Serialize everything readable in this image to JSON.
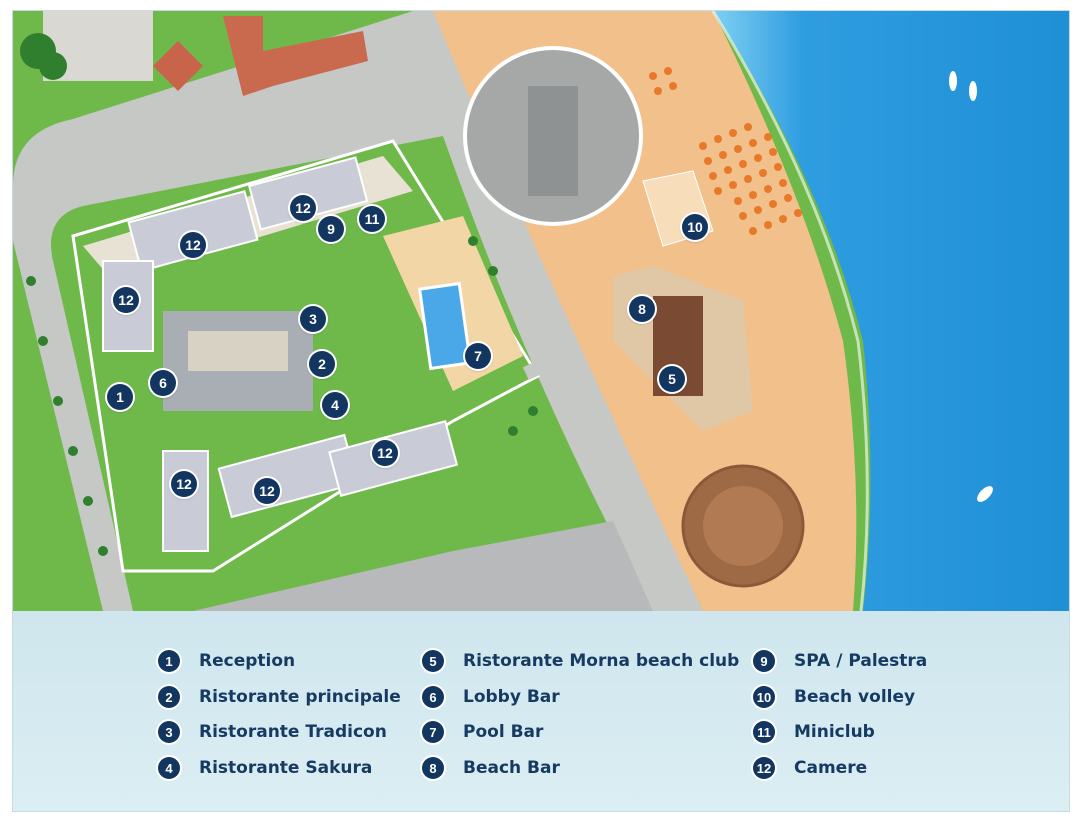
{
  "colors": {
    "marker": "#12365f",
    "legend_text": "#173a63",
    "sea": "#2f9de0",
    "sand": "#f2c08a",
    "grass": "#6fb94b",
    "pool": "#4aa8e8",
    "road": "#c6c8c6"
  },
  "map": {
    "markers": [
      "1",
      "6",
      "12",
      "12",
      "12",
      "11",
      "9",
      "3",
      "2",
      "4",
      "7",
      "8",
      "5",
      "10",
      "12",
      "12",
      "12"
    ]
  },
  "legend": {
    "items": [
      {
        "num": "1",
        "label": "Reception"
      },
      {
        "num": "2",
        "label": "Ristorante principale"
      },
      {
        "num": "3",
        "label": "Ristorante Tradicon"
      },
      {
        "num": "4",
        "label": "Ristorante Sakura"
      },
      {
        "num": "5",
        "label": "Ristorante Morna beach club"
      },
      {
        "num": "6",
        "label": "Lobby Bar"
      },
      {
        "num": "7",
        "label": "Pool Bar"
      },
      {
        "num": "8",
        "label": "Beach Bar"
      },
      {
        "num": "9",
        "label": "SPA / Palestra"
      },
      {
        "num": "10",
        "label": "Beach volley"
      },
      {
        "num": "11",
        "label": "Miniclub"
      },
      {
        "num": "12",
        "label": "Camere"
      }
    ]
  }
}
